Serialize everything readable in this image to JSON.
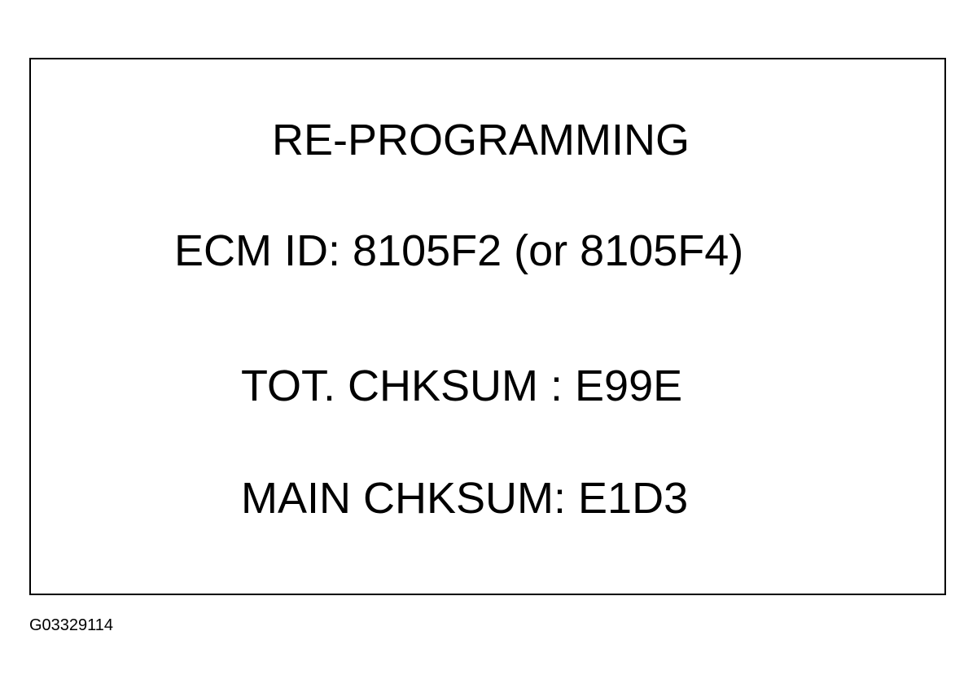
{
  "label": {
    "title": "RE-PROGRAMMING",
    "ecm_id": "ECM ID: 8105F2 (or 8105F4)",
    "tot_chksum": "TOT. CHKSUM : E99E",
    "main_chksum": "MAIN CHKSUM: E1D3"
  },
  "figure_id": "G03329114"
}
